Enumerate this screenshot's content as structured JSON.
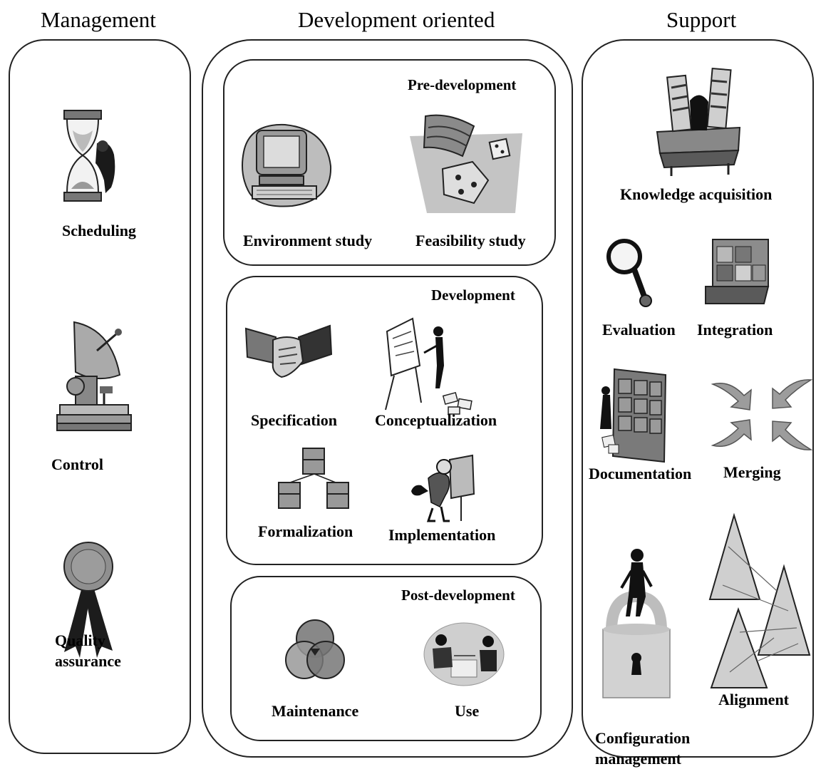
{
  "columns": {
    "management": {
      "title": "Management",
      "items": [
        {
          "label": "Scheduling",
          "icon": "hourglass-icon"
        },
        {
          "label": "Control",
          "icon": "satellite-dish-icon"
        },
        {
          "label_lines": [
            "Quality",
            "assurance"
          ],
          "icon": "award-ribbon-icon"
        }
      ]
    },
    "development": {
      "title": "Development oriented",
      "groups": [
        {
          "title": "Pre-development",
          "items": [
            {
              "label": "Environment study",
              "icon": "computer-icon"
            },
            {
              "label": "Feasibility study",
              "icon": "dice-icon"
            }
          ]
        },
        {
          "title": "Development",
          "items": [
            {
              "label": "Specification",
              "icon": "handshake-icon"
            },
            {
              "label": "Conceptualization",
              "icon": "presenter-easel-icon"
            },
            {
              "label": "Formalization",
              "icon": "hierarchy-icon"
            },
            {
              "label": "Implementation",
              "icon": "drafting-person-icon"
            }
          ]
        },
        {
          "title": "Post-development",
          "items": [
            {
              "label": "Maintenance",
              "icon": "venn-circles-icon"
            },
            {
              "label": "Use",
              "icon": "meeting-icon"
            }
          ]
        }
      ]
    },
    "support": {
      "title": "Support",
      "items": [
        {
          "label": "Knowledge acquisition",
          "icon": "library-desk-icon"
        },
        {
          "label": "Evaluation",
          "icon": "magnifier-icon"
        },
        {
          "label": "Integration",
          "icon": "puzzle-icon"
        },
        {
          "label": "Documentation",
          "icon": "file-cabinet-icon"
        },
        {
          "label": "Merging",
          "icon": "merging-arrows-icon"
        },
        {
          "label_lines": [
            "Configuration",
            "management"
          ],
          "icon": "padlock-person-icon"
        },
        {
          "label": "Alignment",
          "icon": "triangles-icon"
        }
      ]
    }
  },
  "colors": {
    "line": "#222222",
    "gray_dark": "#555555",
    "gray_mid": "#8a8a8a",
    "gray_light": "#c8c8c8",
    "background": "#ffffff"
  }
}
